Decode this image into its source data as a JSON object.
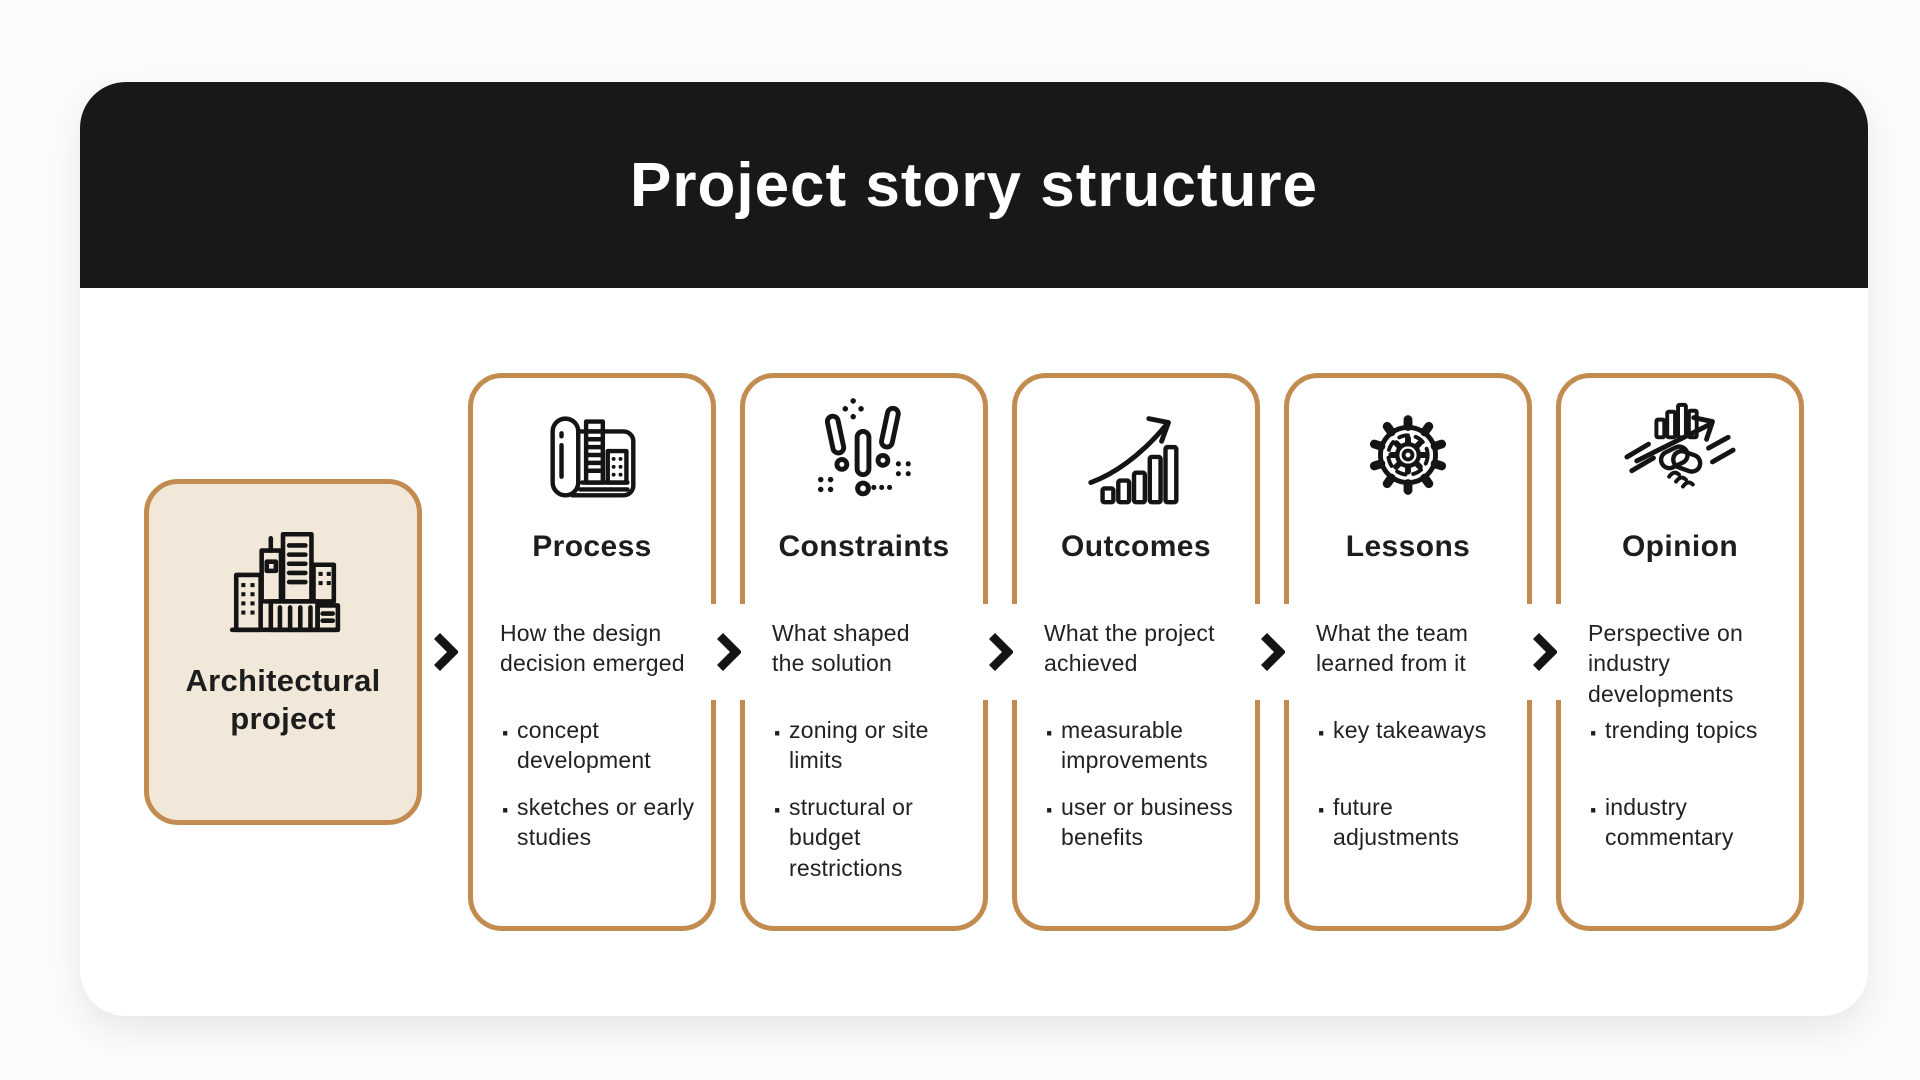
{
  "header": {
    "title": "Project story structure",
    "background": "#181818"
  },
  "colors": {
    "accent_border": "#C28C51",
    "start_card_fill": "#F2E8DA",
    "header_bg": "#181818",
    "ink": "#141414",
    "body_text": "#222222",
    "page_bg": "#FBFBF9"
  },
  "flow": {
    "arrow_icon": "chevron-right-icon"
  },
  "start_card": {
    "title": "Architectural\nproject",
    "icon": "city-buildings-icon"
  },
  "steps": [
    {
      "title": "Process",
      "icon": "blueprint-icon",
      "description": "How the design\ndecision emerged",
      "bullets": [
        "concept\ndevelopment",
        "sketches or early\nstudies"
      ]
    },
    {
      "title": "Constraints",
      "icon": "exclamation-marks-icon",
      "description": "What shaped\nthe solution",
      "bullets": [
        "zoning or site\nlimits",
        "structural or\nbudget\nrestrictions"
      ]
    },
    {
      "title": "Outcomes",
      "icon": "growth-chart-icon",
      "description": "What the project\nachieved",
      "bullets": [
        "measurable\nimprovements",
        "user or business\nbenefits"
      ]
    },
    {
      "title": "Lessons",
      "icon": "gears-icon",
      "description": "What the team\nlearned from it",
      "bullets": [
        "key takeaways",
        "future\nadjustments"
      ]
    },
    {
      "title": "Opinion",
      "icon": "handshake-growth-icon",
      "description": "Perspective on\nindustry\ndevelopments",
      "bullets": [
        "trending topics",
        "industry\ncommentary"
      ]
    }
  ]
}
